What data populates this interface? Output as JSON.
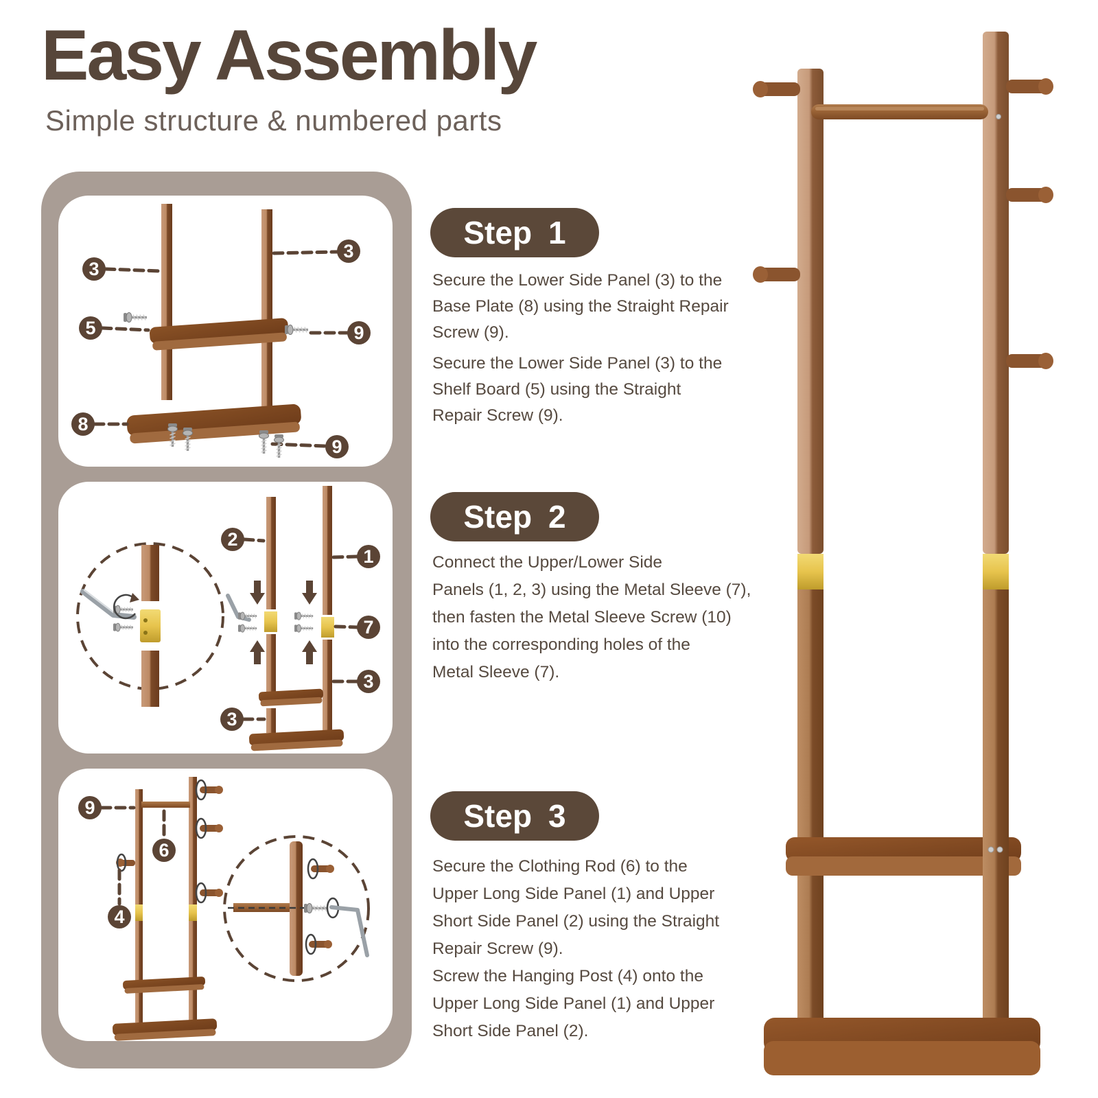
{
  "header": {
    "title": "Easy Assembly",
    "subtitle": "Simple structure & numbered parts"
  },
  "steps": [
    {
      "label_word": "Step",
      "number": "1",
      "lines": [
        "Secure the Lower Side Panel (3) to the",
        "Base Plate (8) using the Straight Repair",
        "Screw (9).",
        "Secure the Lower Side Panel (3) to the",
        "Shelf Board (5) using the Straight",
        "Repair Screw (9)."
      ]
    },
    {
      "label_word": "Step",
      "number": "2",
      "lines": [
        "Connect the Upper/Lower Side",
        "Panels (1, 2, 3) using the Metal Sleeve (7),",
        "then fasten the Metal Sleeve Screw (10)",
        "into the corresponding holes of the",
        "Metal Sleeve (7)."
      ]
    },
    {
      "label_word": "Step",
      "number": "3",
      "lines": [
        "Secure the Clothing Rod (6) to the",
        "Upper Long Side Panel (1) and Upper",
        "Short Side Panel (2) using the Straight",
        "Repair Screw (9).",
        "Screw the Hanging Post (4) onto the",
        "Upper Long Side Panel (1) and Upper",
        "Short Side Panel (2)."
      ]
    }
  ],
  "diagrams": {
    "panel1": {
      "callouts": [
        "3",
        "3",
        "5",
        "9",
        "8",
        "9"
      ]
    },
    "panel2": {
      "callouts": [
        "2",
        "1",
        "7",
        "3",
        "3"
      ]
    },
    "panel3": {
      "callouts": [
        "9",
        "6",
        "4"
      ]
    }
  },
  "colors": {
    "title_text": "#57463a",
    "subtitle_text": "#6d615a",
    "step_pill": "#5b4839",
    "callout_badge": "#5b4435",
    "diagram_column_bg": "#a99d95",
    "card_bg": "#ffffff",
    "body_text": "#564a40",
    "wood_mid": "#9c6439",
    "wood_dark": "#7c4a28",
    "wood_light": "#c89a79",
    "gold_sleeve": "#e7c44d"
  }
}
